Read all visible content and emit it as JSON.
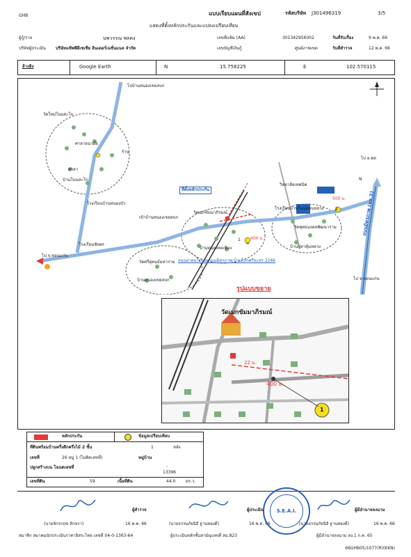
{
  "header": {
    "corner": "GHB",
    "form_title": "แบบเรียบแผนที่สังเขป",
    "subtitle": "แสดงที่ตั้งหลักประกันและแปลงเปรียบเทียบ",
    "job_code_label": "รหัสบริษัท",
    "job_code": "J301496319",
    "page": "3/5"
  },
  "info": {
    "owner_label": "ผู้กู้/ราย",
    "owner_value": "นพวรรณ พลคง",
    "file_label": "เลขที่แฟ้ม (AA)",
    "file_value": "301342956002",
    "date_label": "วันที่รับเรื่อง",
    "date_value": "9 พ.ค. 66",
    "company_label": "บริษัทผู้ประเมิน",
    "company_value": "บริษัทแซ้พพีอีเซเซีย อินเตอร์เนชั่นแนล จำกัด",
    "account_label": "เลขบัญชีเงินกู้",
    "center_label": "ศูนย์ภาพเขต",
    "survey_label": "วันที่สำรวจ",
    "survey_value": "12 พ.ค. 66"
  },
  "coords": {
    "ref_label": "อ้างอิง",
    "ref_value": "Google Earth",
    "n_label": "N",
    "n_value": "15.758225",
    "e_label": "E",
    "e_value": "102.570115"
  },
  "map": {
    "north_symbol": "N",
    "road_top": "ไปบ้านหนองเขยลบก",
    "village_temple": "วัดใหม่โนนสะโก",
    "nursery": "ศาลาอนามัย",
    "school_top": "โรงเรียนบ้านหนองบัว",
    "hall": "ศาลา",
    "shop": "ร้าน",
    "village_left": "บ้านโนนสะโก",
    "road_left_bottom": "ไป จ.ขอนแก่น",
    "junction_left": "โรงเรียนชัยพร",
    "road_mid": "เข้าบ้านหนองเขยลบก",
    "temple_mid": "วัดศรีสุคนธ์มหาราม",
    "village_mid_bottom": "บ้านหนองเขยลบก",
    "collateral_callout": "ที่ตั้งหลักประกัน",
    "temple_main": "วัดเมกขัมมาภิรมณ์",
    "village_main": "บ้านหนองหอเชียง",
    "road_rural": "ถนนลาดยางแยกถนนมิตรภาพ-บ้านโกกศรีหะสร 2246",
    "school_right": "โรงเรียนบ้านโนนดอนหลวง",
    "temple_right": "วัดพุทธมงคลพัฒนาราม",
    "village_right": "บ้านปลาคุ้มหลวง",
    "station": "วิทยาลัยเทคนิค",
    "highway": "ถนนมิตรภาพ (ทล.2)",
    "road_right_top": "ไป อ.พล",
    "road_right_bottom": "ไป จ.ขอนแก่น",
    "marker_1": "1",
    "marker_2": "2",
    "dist_400": "400 ม.",
    "dist_500": "500 ม."
  },
  "inset": {
    "label": "รูปแบบขยาย",
    "temple": "วัดเมกขัมมาภิรมณ์",
    "dist_22": "22 ม.",
    "dist_400": "400 ม.",
    "marker": "1"
  },
  "legend": {
    "collateral_label": "หลักประกัน",
    "comparison_label": "ข้อมูลเปรียบเทียบ",
    "row1_label": "ที่ดินพร้อมบ้านครึ่งตึกครึ่งไม้ 2 ชั้น",
    "row1_value": "1",
    "row1_unit": "หลัง",
    "row2_label": "เลขที่",
    "row2_value": "26 หมู่ 1 (ไม่ติดเลขที่)",
    "row2_extra": "หมู่บ้าน",
    "row3_label": "ปลูกสร้างบน โฉนดเลขที่",
    "row3_value1": "-",
    "row3_value2": "13396",
    "row4_label": "เลขที่ดิน",
    "row4_value": "59",
    "row4_area_label": "เนื้อที่ดิน",
    "row4_area_value": "44.0",
    "row4_unit": "ตร.ว."
  },
  "signatures": {
    "surveyor_role": "ผู้สำรวจ",
    "surveyor_name": "(นายจักรกฤช ลักขรา)",
    "surveyor_date": "16 พ.ค. 66",
    "member_line": "สมาชิก สมาคมนักประเมินราคาอิสระไทย เลขที่ 04-0-1363-64",
    "appraiser_role": "ผู้ประเมิน",
    "appraiser_name": "(นายธรรมภัยนิธิ ฐานทองดี)",
    "appraiser_date": "16 พ.ค. 66",
    "appraiser_license": "ผู้ประเมินหลักชั้นสามัญเลขที่ สม.823",
    "approver_role": "ผู้มีอำนาจลงนาม",
    "approver_name": "(นายธรรมภัยนิธิ ฐานทองดี)",
    "approver_date": "16 พ.ค. 66",
    "approver_line": "ผู้มีอำนาจลงนาม ลง.1 ก.ค. 65",
    "stamp_text": "S.E.A.I.",
    "footer_code": "66GHB05/1077(R)(KKN)"
  },
  "colors": {
    "red": "#e23a3a",
    "yellow": "#f2de1e",
    "blue": "#2460b4",
    "road_blue": "#8fb4e2",
    "green": "#7bb07b"
  }
}
